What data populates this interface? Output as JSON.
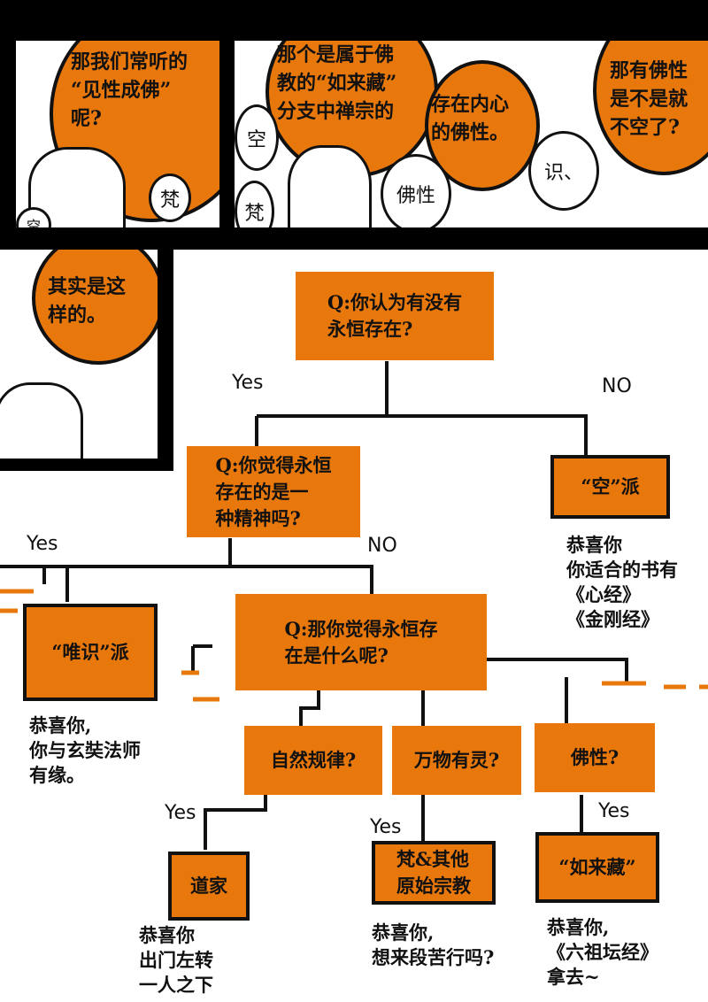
{
  "panels": {
    "panel1": {
      "bubble": "那我们常听的\n“见性成佛”\n呢?",
      "circles": [
        "梵",
        "空"
      ]
    },
    "panel2": {
      "bubble_left": "那个是属于佛\n教的“如来藏”\n分支中禅宗的",
      "bubble_mid": "存在内心\n的佛性。",
      "bubble_right": "那有佛性\n是不是就\n不空了?",
      "circles": [
        "空",
        "梵",
        "佛性",
        "识、"
      ]
    },
    "panel3": {
      "bubble": "其实是这\n样的。"
    }
  },
  "flowchart": {
    "q1": "Q:你认为有没有\n永恒存在?",
    "q1_yes": "Yes",
    "q1_no": "NO",
    "q2": "Q:你觉得永恒\n存在的是一\n种精神吗?",
    "kong": "“空”派",
    "kong_result": "恭喜你\n你适合的书有\n《心经》\n《金刚经》",
    "q2_yes": "Yes",
    "q2_no": "NO",
    "weishi": "“唯识”派",
    "weishi_result": "恭喜你,\n你与玄奘法师\n有缘。",
    "q3": "Q:那你觉得永恒存\n在是什么呢?",
    "opt1": "自然规律?",
    "opt2": "万物有灵?",
    "opt3": "佛性?",
    "opt1_yes": "Yes",
    "opt2_yes": "Yes",
    "opt3_yes": "Yes",
    "daojia": "道家",
    "daojia_result": "恭喜你\n出门左转\n一人之下",
    "fan": "梵&其他\n原始宗教",
    "fan_result": "恭喜你,\n想来段苦行吗?",
    "rulaizang": "“如来藏”",
    "rulaizang_result": "恭喜你,\n《六祖坛经》\n拿去~"
  },
  "colors": {
    "accent": "#e8780c",
    "ink": "#111111"
  }
}
